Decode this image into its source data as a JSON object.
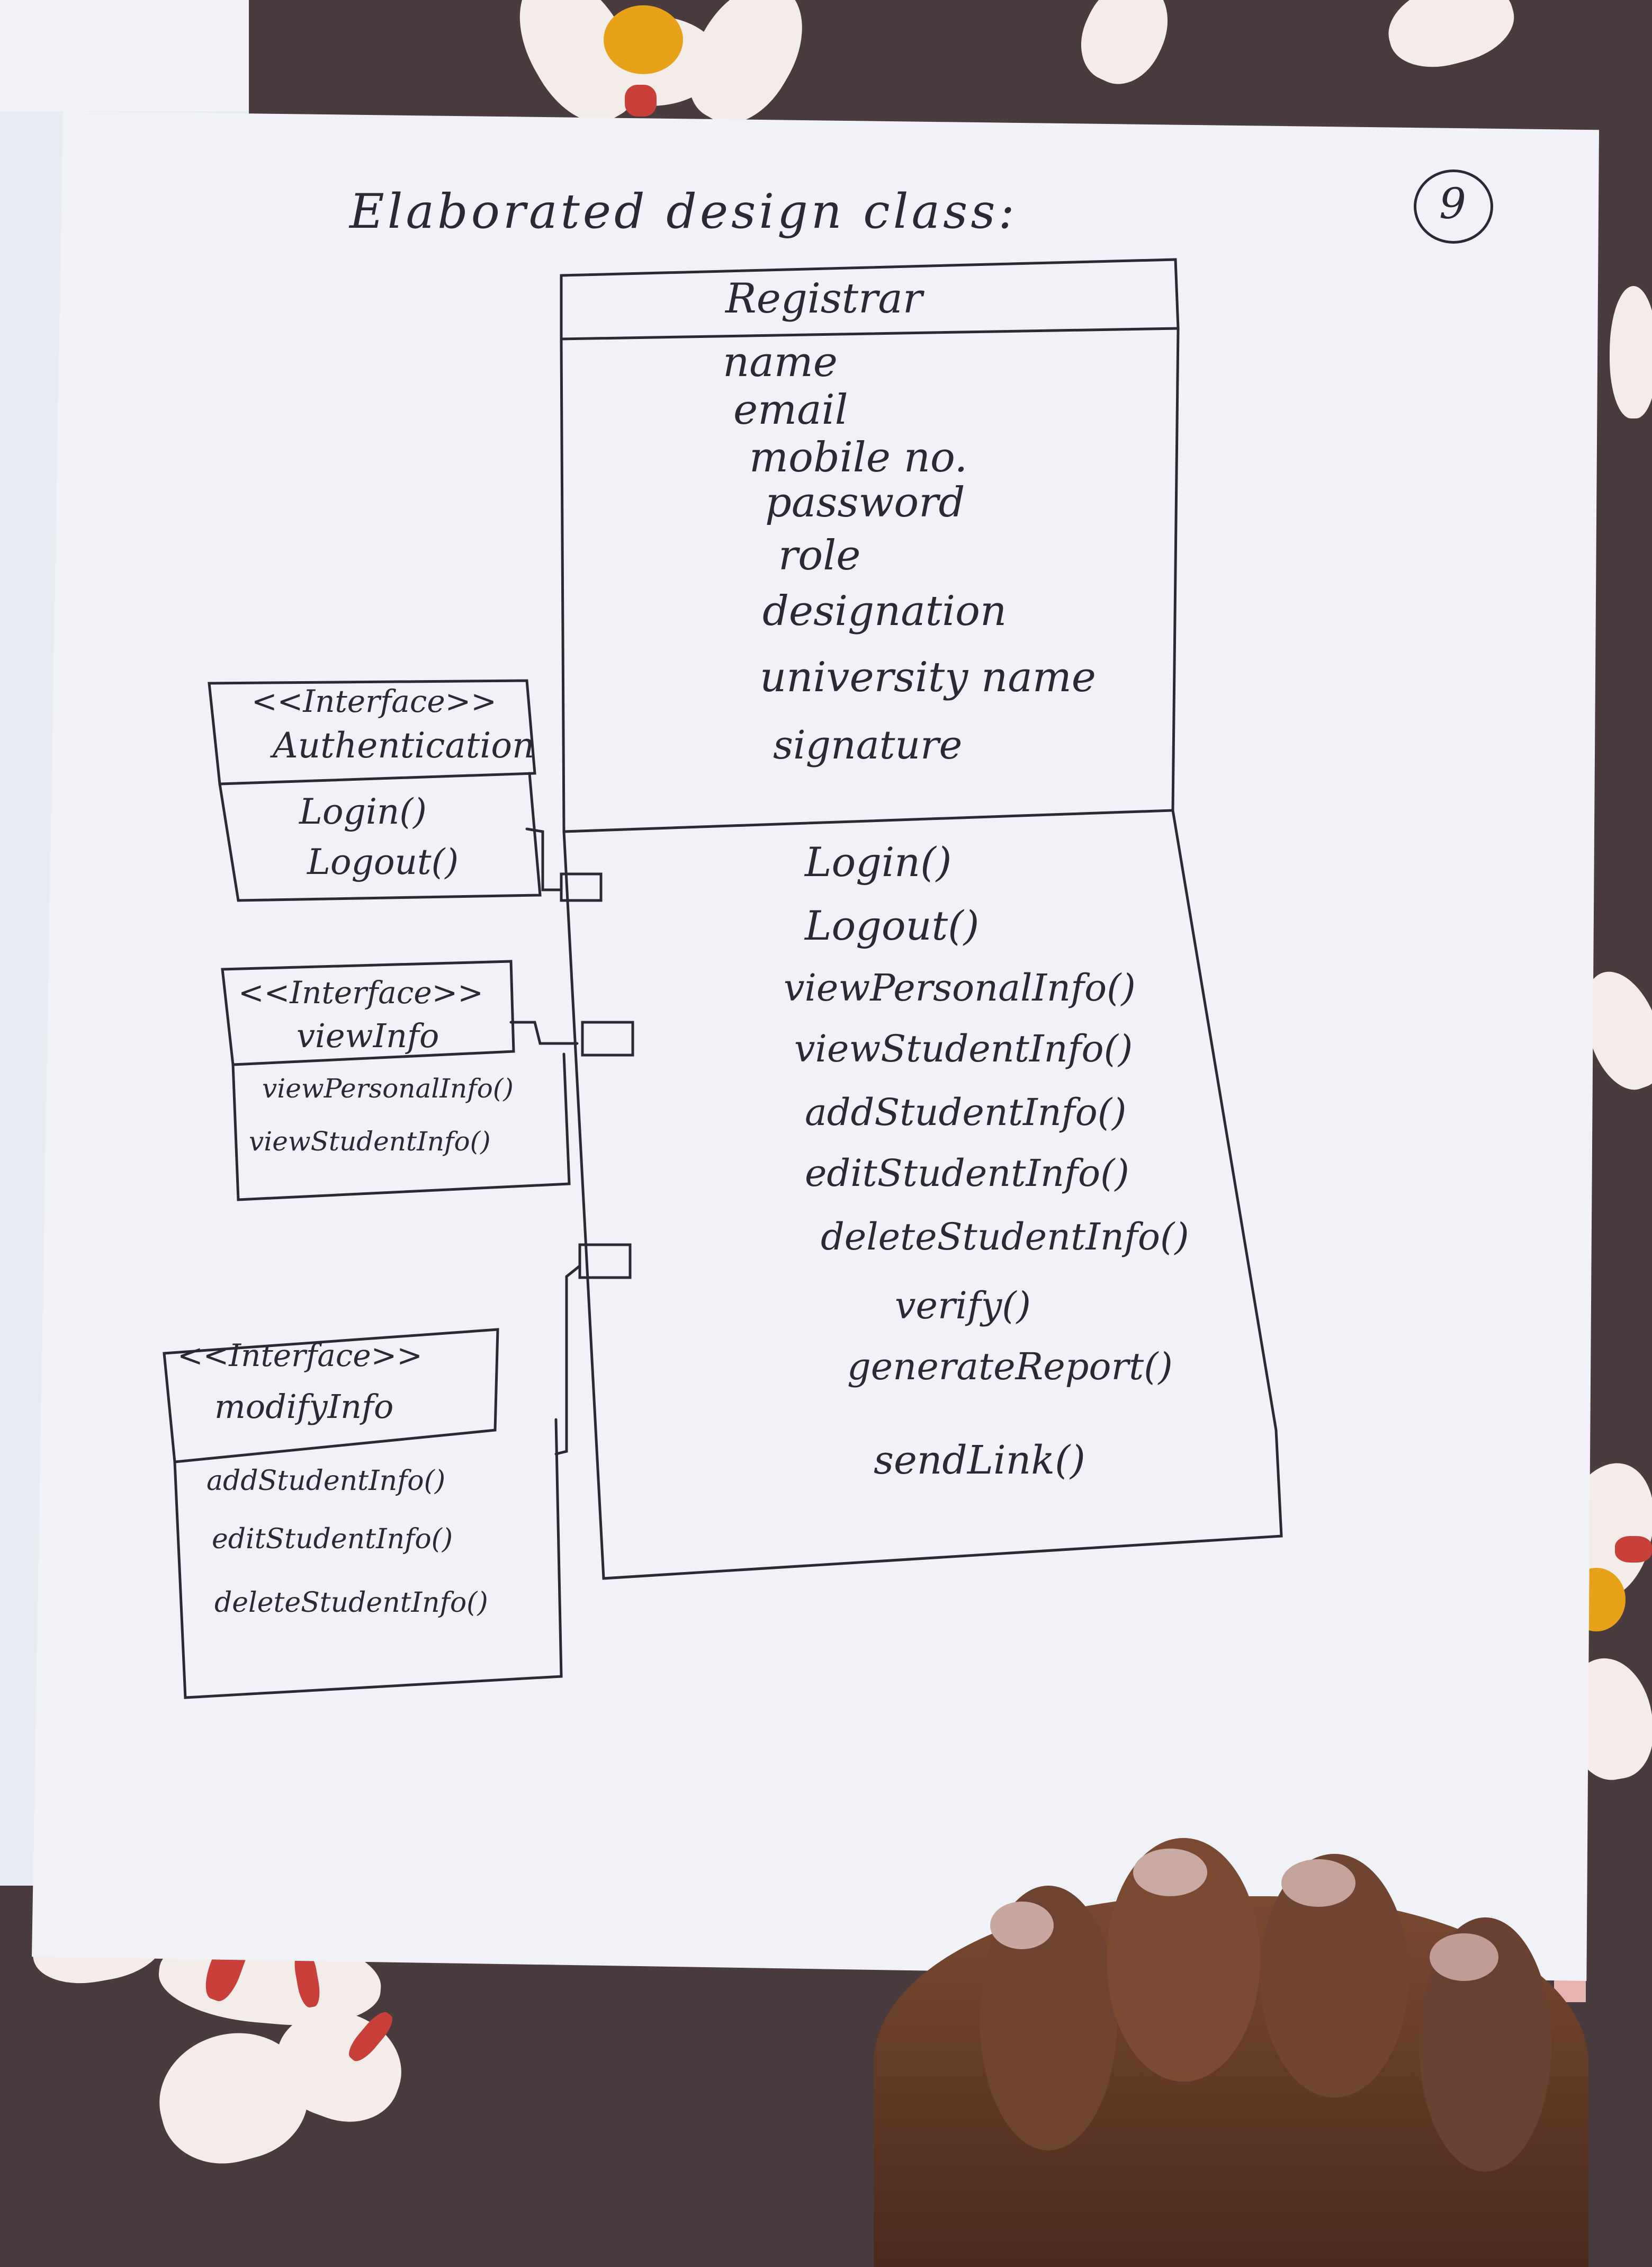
{
  "heading": "Elaborated design class:",
  "page_number": "9",
  "registrar": {
    "name": "Registrar",
    "attributes": [
      "name",
      "email",
      "mobile no.",
      "password",
      "role",
      "designation",
      "university name",
      "signature"
    ],
    "methods": [
      "Login()",
      "Logout()",
      "viewPersonalInfo()",
      "viewStudentInfo()",
      "addStudentInfo()",
      "editStudentInfo()",
      "deleteStudentInfo()",
      "verify()",
      "generateReport()",
      "sendLink()"
    ]
  },
  "interfaces": [
    {
      "stereotype": "<<Interface>>",
      "name": "Authentication",
      "methods": [
        "Login()",
        "Logout()"
      ]
    },
    {
      "stereotype": "<<Interface>>",
      "name": "viewInfo",
      "methods": [
        "viewPersonalInfo()",
        "viewStudentInfo()"
      ]
    },
    {
      "stereotype": "<<Interface>>",
      "name": "modifyInfo",
      "methods": [
        "addStudentInfo()",
        "editStudentInfo()",
        "deleteStudentInfo()"
      ]
    }
  ],
  "colors": {
    "ink": "#2a2a35",
    "paper": "#f1f2f7",
    "cloth": "#4a3b3f"
  }
}
